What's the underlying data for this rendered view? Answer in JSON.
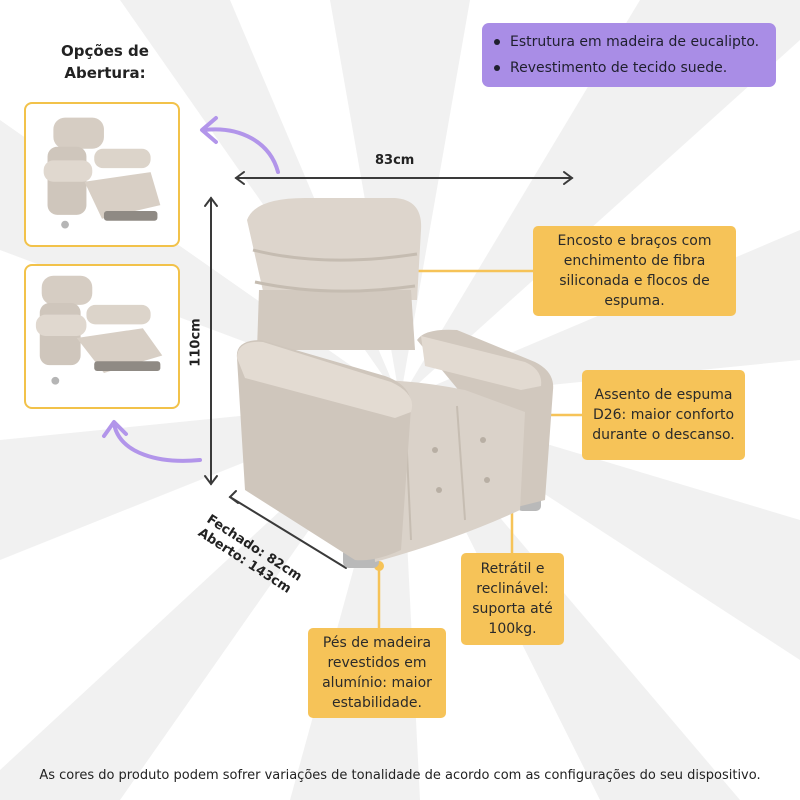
{
  "options": {
    "title_line1": "Opções de",
    "title_line2": "Abertura:"
  },
  "features": [
    "Estrutura em madeira de eucalipto.",
    "Revestimento de tecido suede."
  ],
  "callouts": {
    "backrest": "Encosto e braços com enchimento de fibra siliconada e flocos de espuma.",
    "seat": "Assento de espuma D26: maior conforto durante o descanso.",
    "recliner": "Retrátil e reclinável: suporta até 100kg.",
    "feet": "Pés de madeira revestidos em alumínio: maior estabilidade."
  },
  "dimensions": {
    "width": "83cm",
    "height": "110cm",
    "closed": "Fechado: 82cm",
    "open": "Aberto: 143cm"
  },
  "disclaimer": "As cores do produto podem sofrer variações de tonalidade de acordo com as configurações do seu dispositivo.",
  "colors": {
    "accent_yellow": "#f6c358",
    "accent_purple": "#a98de6",
    "fabric": "#d9d0c7"
  }
}
